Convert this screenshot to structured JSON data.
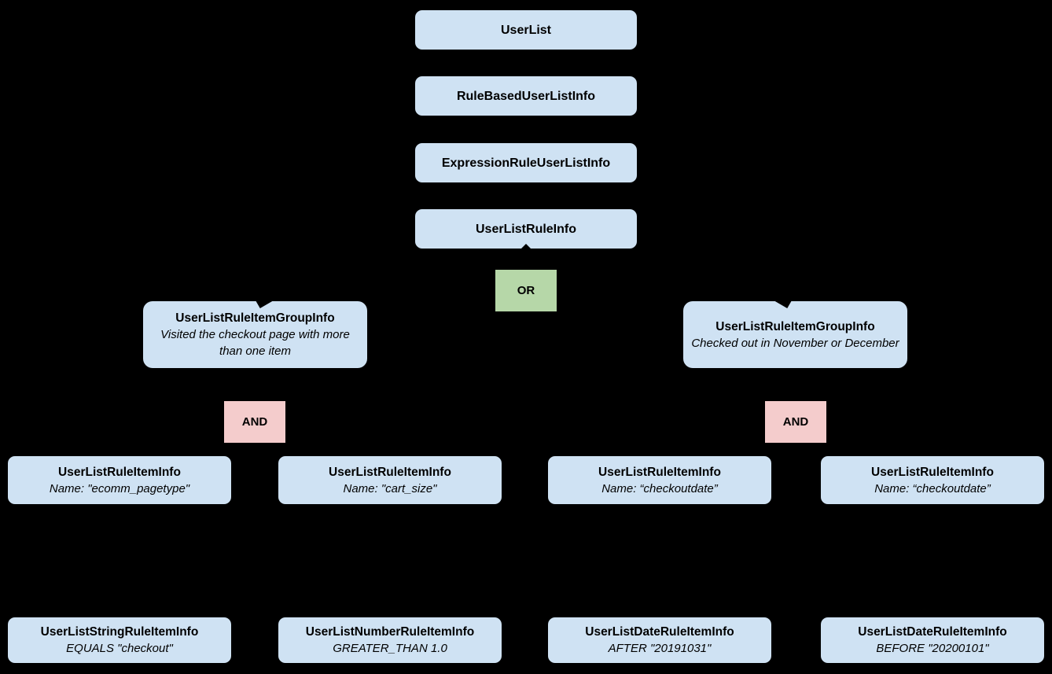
{
  "colors": {
    "background": "#000000",
    "node_fill": "#cfe2f3",
    "or_fill": "#b6d7a8",
    "and_fill": "#f4cccc",
    "text": "#000000"
  },
  "diagram": {
    "chain": [
      {
        "label": "UserList"
      },
      {
        "label": "RuleBasedUserListInfo"
      },
      {
        "label": "ExpressionRuleUserListInfo"
      },
      {
        "label": "UserListRuleInfo"
      }
    ],
    "or_label": "OR",
    "and_label": "AND",
    "groups": [
      {
        "title": "UserListRuleItemGroupInfo",
        "subtitle": "Visited the checkout page with more than one item"
      },
      {
        "title": "UserListRuleItemGroupInfo",
        "subtitle": "Checked out in November or December"
      }
    ],
    "rule_items": [
      {
        "title": "UserListRuleItemInfo",
        "subtitle": "Name: \"ecomm_pagetype\""
      },
      {
        "title": "UserListRuleItemInfo",
        "subtitle": "Name: \"cart_size\""
      },
      {
        "title": "UserListRuleItemInfo",
        "subtitle": "Name: “checkoutdate”"
      },
      {
        "title": "UserListRuleItemInfo",
        "subtitle": "Name: “checkoutdate”"
      }
    ],
    "leaf_items": [
      {
        "title": "UserListStringRuleItemInfo",
        "subtitle": "EQUALS \"checkout\""
      },
      {
        "title": "UserListNumberRuleItemInfo",
        "subtitle": "GREATER_THAN 1.0"
      },
      {
        "title": "UserListDateRuleItemInfo",
        "subtitle": "AFTER \"20191031\""
      },
      {
        "title": "UserListDateRuleItemInfo",
        "subtitle": "BEFORE \"20200101\""
      }
    ]
  }
}
